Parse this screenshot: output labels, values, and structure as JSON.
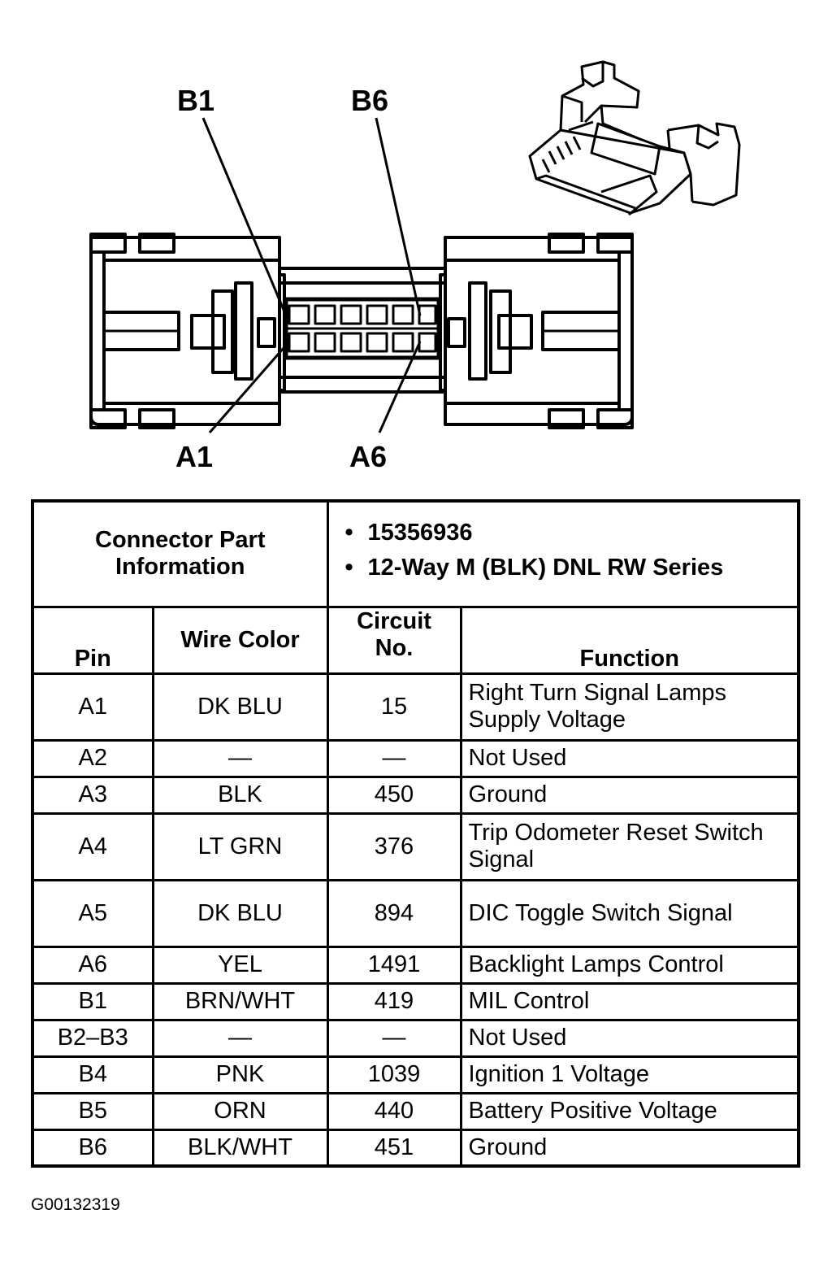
{
  "diagram": {
    "labels": {
      "b1": "B1",
      "b6": "B6",
      "a1": "A1",
      "a6": "A6"
    },
    "figure_id": "G00132319"
  },
  "connector_info": {
    "title": "Connector Part Information",
    "items": [
      "15356936",
      "12-Way M (BLK) DNL RW Series"
    ]
  },
  "table": {
    "headers": {
      "pin": "Pin",
      "wire_color": "Wire Color",
      "circuit_no": "Circuit No.",
      "function": "Function"
    },
    "rows": [
      {
        "pin": "A1",
        "wire": "DK BLU",
        "circuit": "15",
        "function": "Right Turn Signal Lamps Supply Voltage"
      },
      {
        "pin": "A2",
        "wire": "—",
        "circuit": "—",
        "function": "Not Used"
      },
      {
        "pin": "A3",
        "wire": "BLK",
        "circuit": "450",
        "function": "Ground"
      },
      {
        "pin": "A4",
        "wire": "LT GRN",
        "circuit": "376",
        "function": "Trip Odometer Reset Switch Signal"
      },
      {
        "pin": "A5",
        "wire": "DK BLU",
        "circuit": "894",
        "function": "DIC Toggle Switch Signal"
      },
      {
        "pin": "A6",
        "wire": "YEL",
        "circuit": "1491",
        "function": "Backlight Lamps Control"
      },
      {
        "pin": "B1",
        "wire": "BRN/WHT",
        "circuit": "419",
        "function": "MIL Control"
      },
      {
        "pin": "B2–B3",
        "wire": "—",
        "circuit": "—",
        "function": "Not Used"
      },
      {
        "pin": "B4",
        "wire": "PNK",
        "circuit": "1039",
        "function": "Ignition 1 Voltage"
      },
      {
        "pin": "B5",
        "wire": "ORN",
        "circuit": "440",
        "function": "Battery Positive Voltage"
      },
      {
        "pin": "B6",
        "wire": "BLK/WHT",
        "circuit": "451",
        "function": "Ground"
      }
    ]
  }
}
